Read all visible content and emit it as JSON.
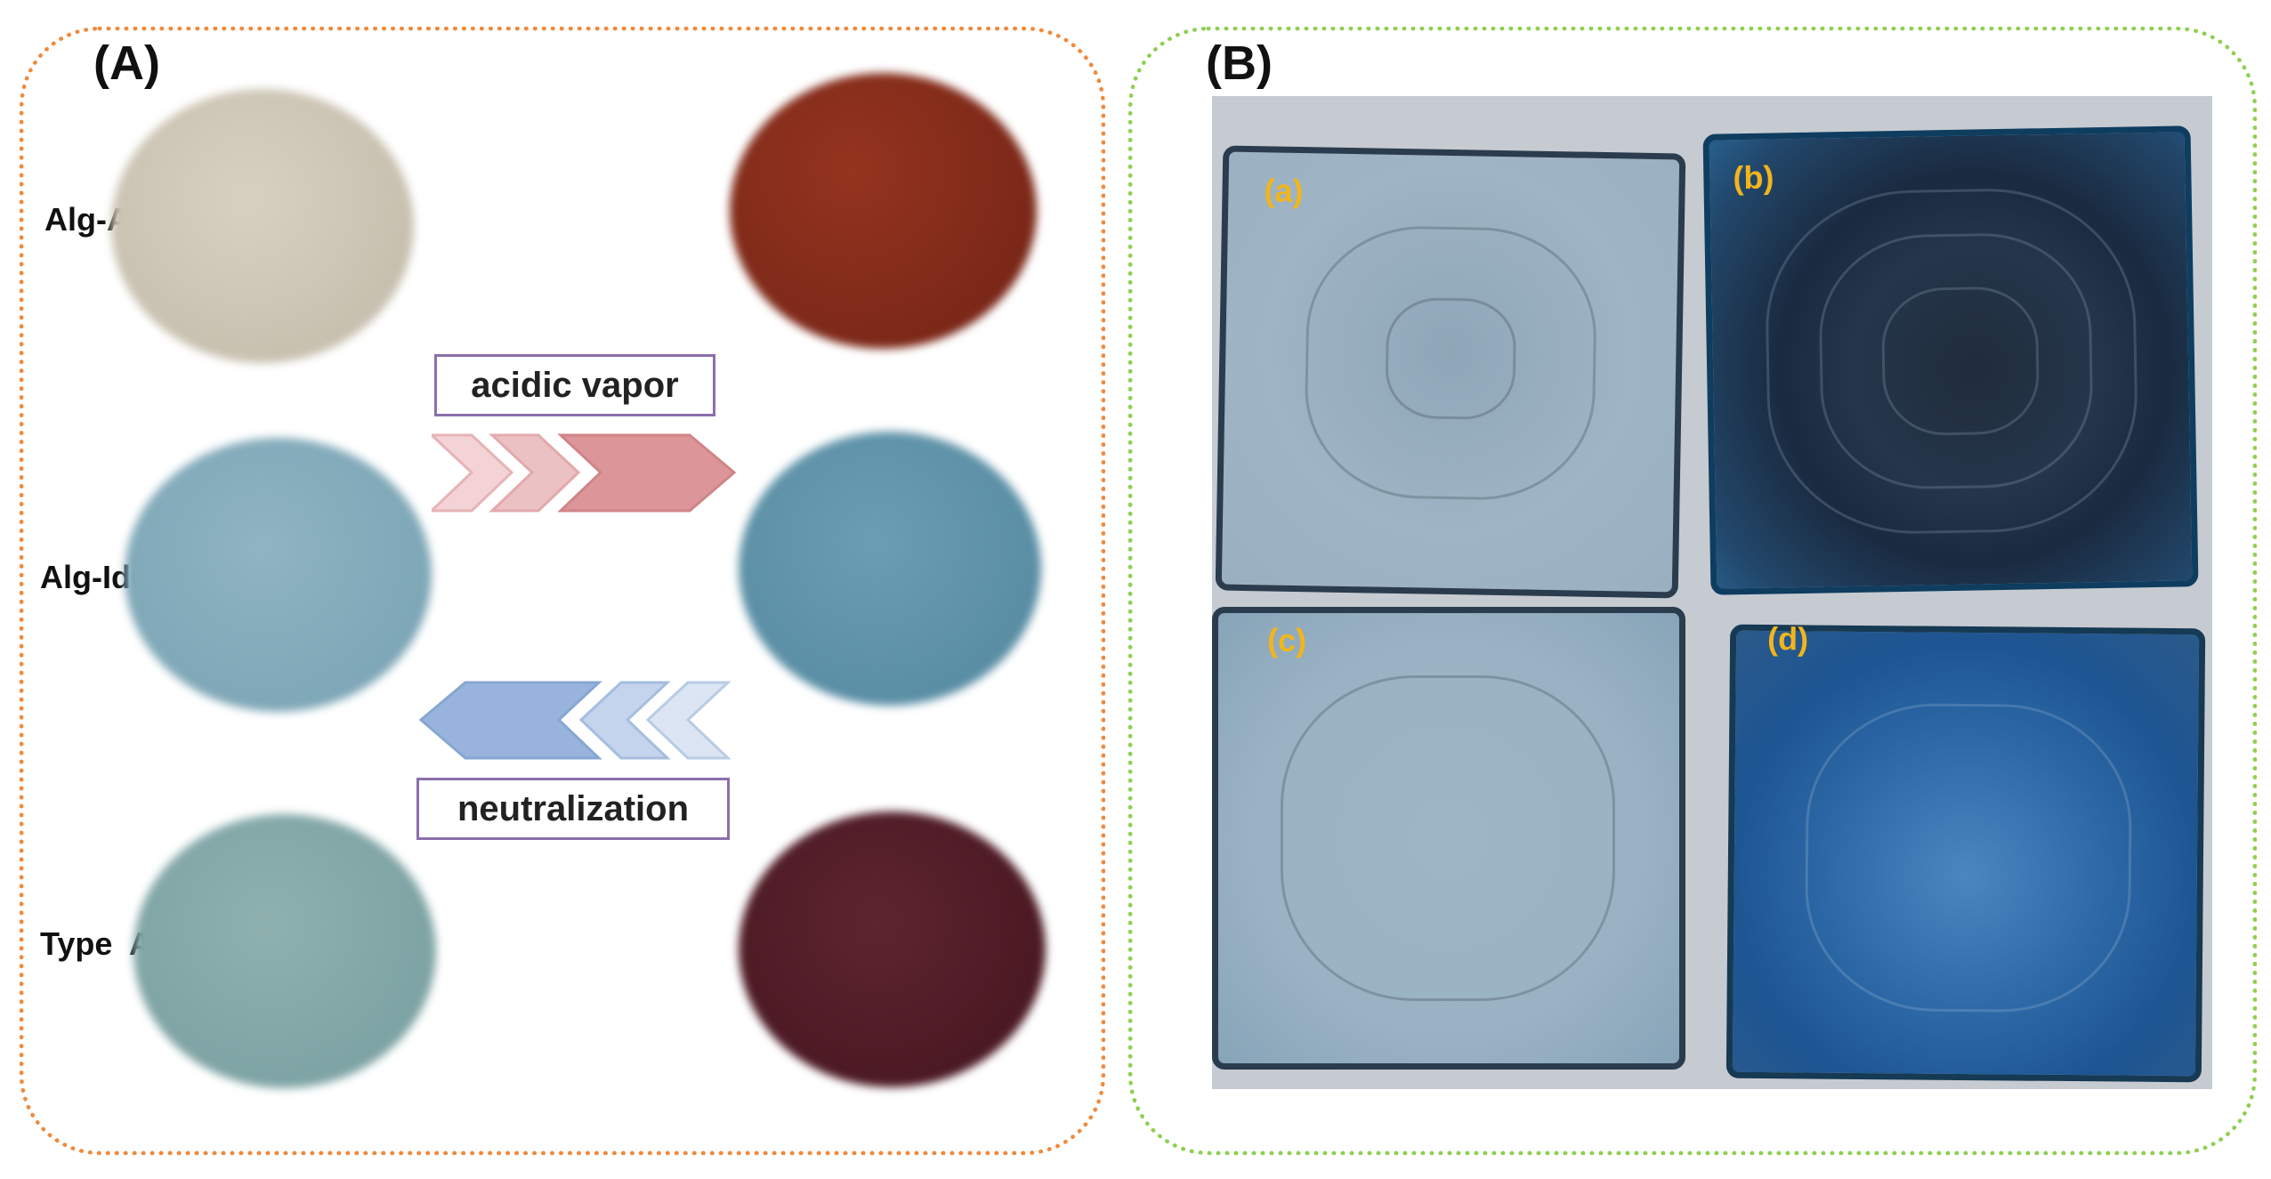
{
  "panel_a": {
    "letter": "(A)",
    "rows": [
      {
        "label": "Alg-Ag",
        "before_color": "#cdc6b6",
        "after_color": "#7e2919"
      },
      {
        "label": "Alg-IdC",
        "before_color": "#80a8b8",
        "after_color": "#5d8fa6"
      },
      {
        "label": "Type  A",
        "before_color": "#80a4a5",
        "after_color": "#4d1a24"
      }
    ],
    "forward_step": "acidic vapor",
    "reverse_step": "neutralization",
    "forward_arrow_color": "#e0a0a4",
    "reverse_arrow_color": "#9ab6dc",
    "frame_color": "#f08a3c"
  },
  "panel_b": {
    "letter": "(B)",
    "tiles": [
      {
        "label": "(a)"
      },
      {
        "label": "(b)"
      },
      {
        "label": "(c)"
      },
      {
        "label": "(d)"
      }
    ],
    "label_color": "#f2b51c",
    "frame_color": "#8fcf52"
  }
}
